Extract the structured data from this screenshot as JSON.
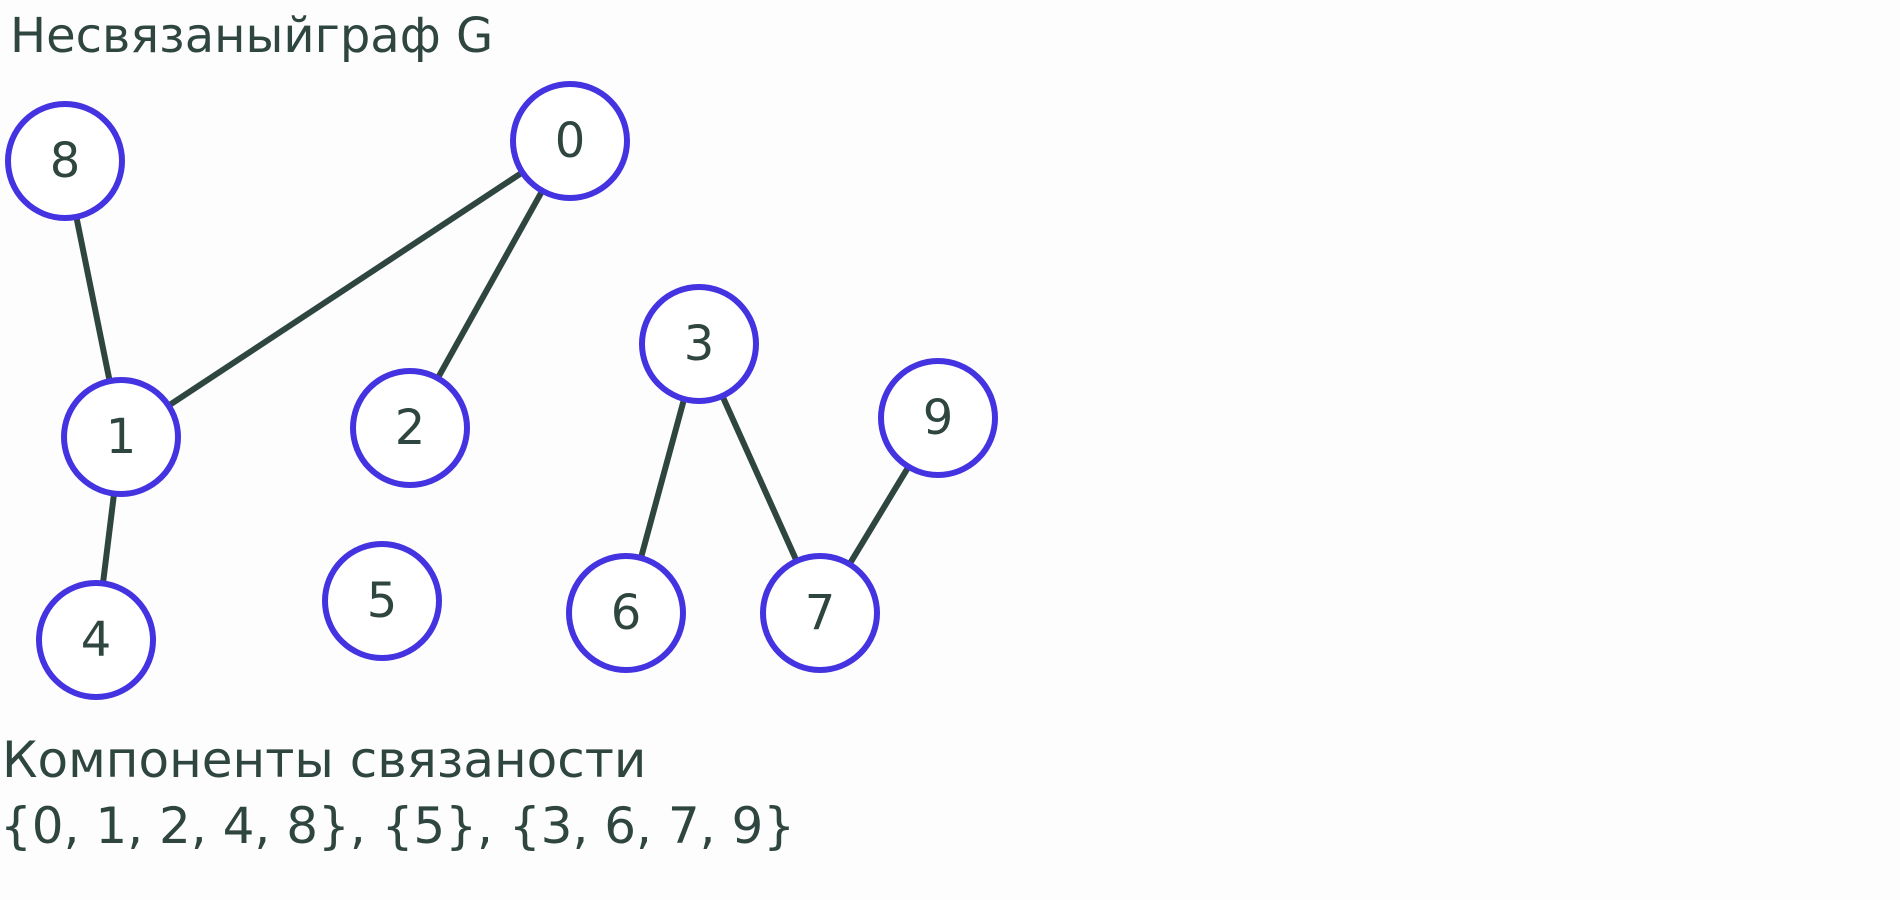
{
  "title": "Несвязаныйграф G",
  "components_label": "Компоненты связаности",
  "components_text": "{0, 1, 2, 4, 8}, {5}, {3, 6, 7, 9}",
  "colors": {
    "node_stroke": "#4433e0",
    "edge": "#2f4640",
    "text": "#2f4640"
  },
  "graph": {
    "nodes": [
      "0",
      "1",
      "2",
      "3",
      "4",
      "5",
      "6",
      "7",
      "8",
      "9"
    ],
    "edges": [
      [
        "8",
        "1"
      ],
      [
        "0",
        "1"
      ],
      [
        "0",
        "2"
      ],
      [
        "1",
        "4"
      ],
      [
        "3",
        "6"
      ],
      [
        "3",
        "7"
      ],
      [
        "9",
        "7"
      ]
    ]
  }
}
